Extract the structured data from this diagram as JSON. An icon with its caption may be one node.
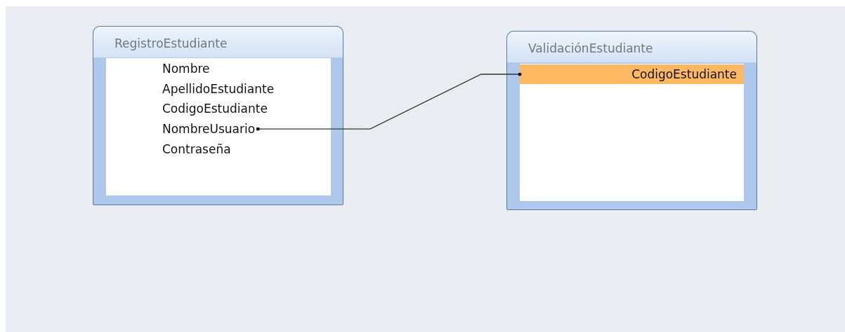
{
  "diagram": {
    "nodes": [
      {
        "text": [
          "RegistroEstudiante"
        ]
      },
      {
        "text": [
          "Nombre"
        ],
        "in": 0
      },
      {
        "text": [
          "ApellidoEstudiante"
        ],
        "in": 0
      },
      {
        "text": [
          "CodigoEstudiante"
        ],
        "in": 0
      },
      {
        "text": [
          "NombreUsuario"
        ],
        "in": 0
      },
      {
        "text": [
          "Contraseña"
        ],
        "in": 0
      },
      {
        "text": [
          "ValidaciónEstudiante"
        ]
      },
      {
        "text": [
          "CodigoEstudiante"
        ],
        "in": 6
      }
    ],
    "edges": [
      {
        "from": 4,
        "to": 7,
        "arrow": "other"
      }
    ]
  }
}
